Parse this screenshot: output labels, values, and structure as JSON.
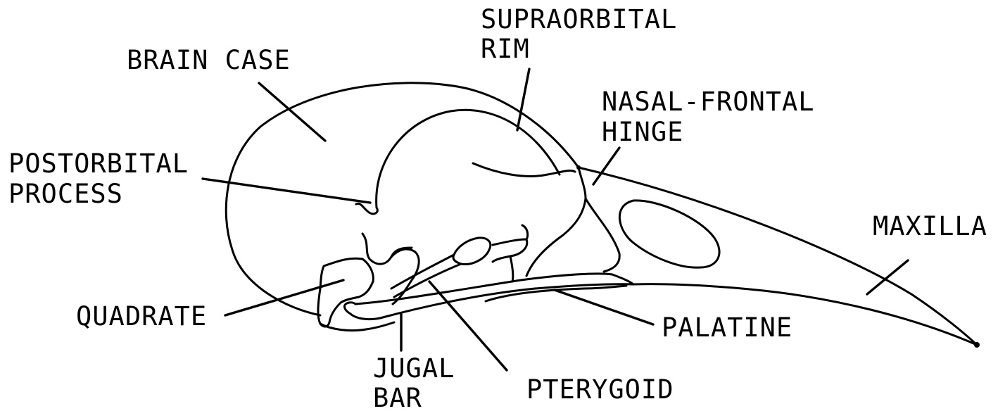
{
  "labels": {
    "brain_case": "BRAIN CASE",
    "supraorbital_rim": [
      "SUPRAORBITAL",
      "RIM"
    ],
    "nasal_frontal_hinge": [
      "NASAL-FRONTAL",
      "HINGE"
    ],
    "postorbital_process": [
      "POSTORBITAL",
      "PROCESS"
    ],
    "maxilla": "MAXILLA",
    "quadrate": "QUADRATE",
    "palatine": "PALATINE",
    "jugal_bar": [
      "JUGAL",
      "BAR"
    ],
    "pterygoid": "PTERYGOID"
  },
  "colors": {
    "line": "#000000",
    "background": "#ffffff"
  }
}
